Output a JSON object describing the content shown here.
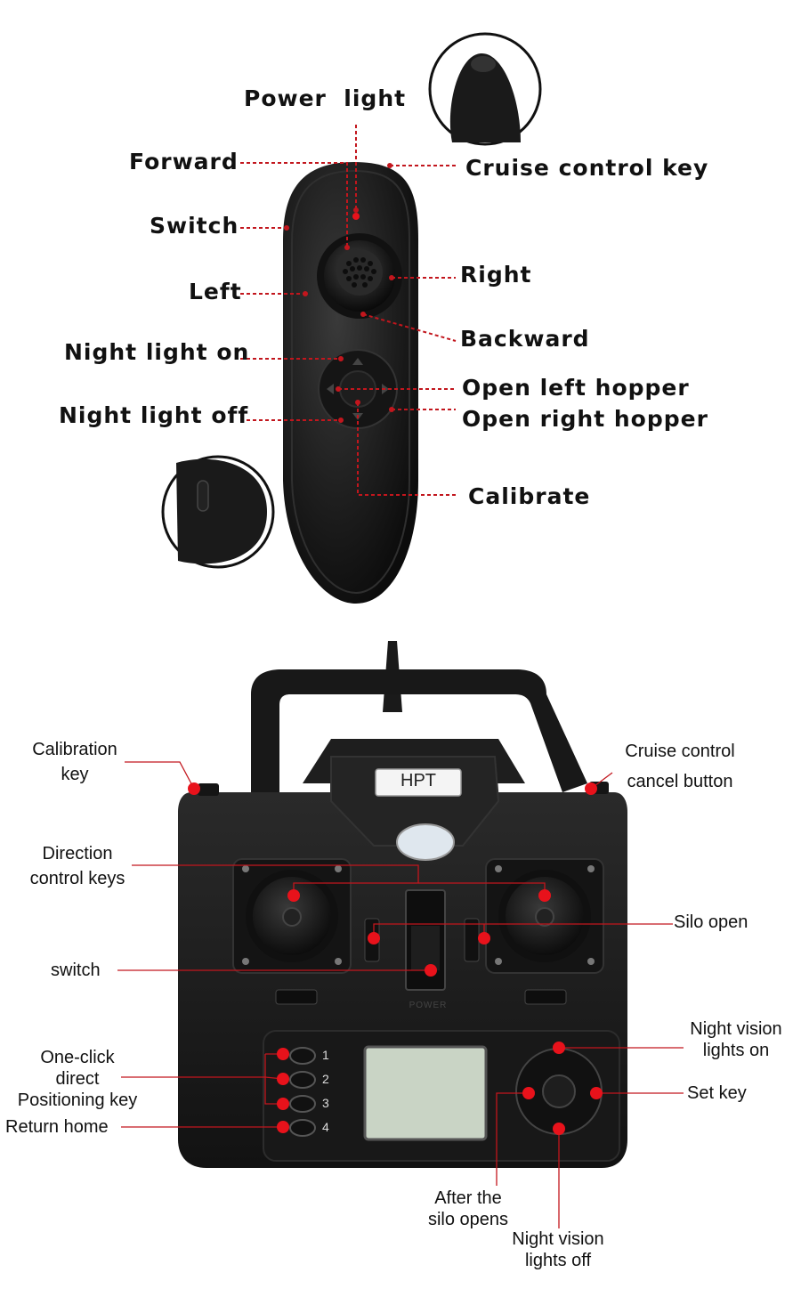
{
  "remote_top": {
    "labels": {
      "power_light": "Power  light",
      "forward": "Forward",
      "switch": "Switch",
      "left": "Left",
      "night_light_on": "Night light on",
      "night_light_off": "Night light off",
      "cruise_control_key": "Cruise control key",
      "right": "Right",
      "backward": "Backward",
      "open_left_hopper": "Open left hopper",
      "open_right_hopper": "Open right hopper",
      "calibrate": "Calibrate"
    }
  },
  "remote_bottom": {
    "brand_label": "HPT",
    "power_text": "POWER",
    "key_numbers": [
      "1",
      "2",
      "3",
      "4"
    ],
    "labels": {
      "calibration_key_line1": "Calibration",
      "calibration_key_line2": "key",
      "cruise_cancel_line1": "Cruise control",
      "cruise_cancel_line2": "cancel button",
      "direction_line1": "Direction",
      "direction_line2": "control keys",
      "silo_open": "Silo open",
      "switch": "switch",
      "one_click_line1": "One-click",
      "one_click_line2": "direct",
      "one_click_line3": "Positioning key",
      "return_home": "Return home",
      "night_on_line1": "Night vision",
      "night_on_line2": "lights on",
      "set_key": "Set key",
      "after_silo_line1": "After the",
      "after_silo_line2": "silo opens",
      "night_off_line1": "Night vision",
      "night_off_line2": "lights off"
    }
  },
  "colors": {
    "marker_red": "#e8121b",
    "callout_line": "#c2161d",
    "device_body": "#1c1c1c"
  }
}
